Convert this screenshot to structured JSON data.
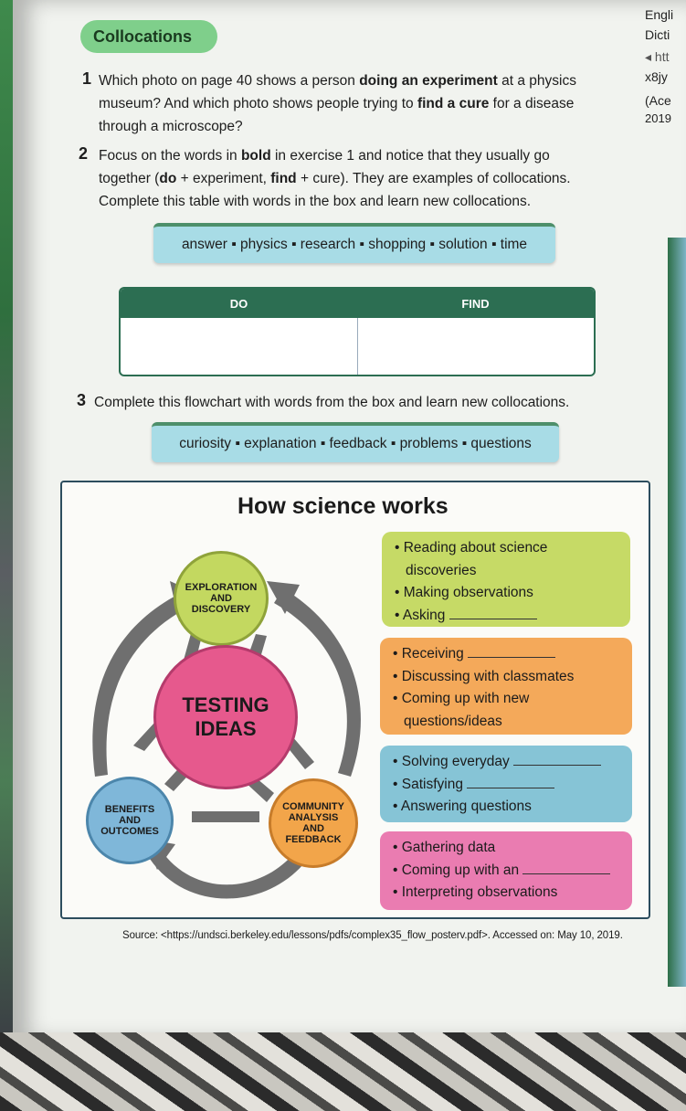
{
  "header": {
    "pill": "Collocations"
  },
  "side_text": [
    "Engli",
    "Dicti",
    "◂ htt",
    "x8jy",
    "(Ace",
    "2019"
  ],
  "ex1": {
    "number": "1",
    "l1a": "Which photo on page 40 shows a person ",
    "l1b": "doing an experiment",
    "l1c": " at a physics",
    "l2a": "museum? And which photo shows people trying to ",
    "l2b": "find a cure",
    "l2c": " for a disease",
    "l3": "through a microscope?"
  },
  "ex2": {
    "number": "2",
    "l1a": "Focus on the words in ",
    "l1b": "bold",
    "l1c": " in exercise 1 and notice that they usually go",
    "l2a": "together (",
    "l2b": "do",
    "l2c": " + experiment, ",
    "l2d": "find",
    "l2e": " + cure). They are examples of collocations.",
    "l3": "Complete this table with words in the box and learn new collocations."
  },
  "box1": "answer ▪ physics ▪ research ▪ shopping ▪ solution ▪ time",
  "table": {
    "col1": "DO",
    "col2": "FIND"
  },
  "ex3": {
    "number": "3",
    "text": "Complete this flowchart with words from the box and learn new collocations."
  },
  "box2": "curiosity ▪ explanation ▪ feedback ▪ problems ▪ questions",
  "flowchart": {
    "title": "How science works",
    "circles": {
      "exploration": [
        "EXPLORATION",
        "AND",
        "DISCOVERY"
      ],
      "testing": [
        "TESTING",
        "IDEAS"
      ],
      "benefits": [
        "BENEFITS",
        "AND",
        "OUTCOMES"
      ],
      "community": [
        "COMMUNITY",
        "ANALYSIS",
        "AND",
        "FEEDBACK"
      ]
    },
    "green": [
      "Reading about science",
      "discoveries",
      "Making observations",
      "Asking"
    ],
    "orange": [
      "Receiving",
      "Discussing with classmates",
      "Coming up with new",
      "questions/ideas"
    ],
    "blue": [
      "Solving everyday",
      "Satisfying",
      "Answering questions"
    ],
    "pink": [
      "Gathering data",
      "Coming up with an",
      "Interpreting observations"
    ]
  },
  "source": "Source: <https://undsci.berkeley.edu/lessons/pdfs/complex35_flow_posterv.pdf>. Accessed on: May 10, 2019."
}
